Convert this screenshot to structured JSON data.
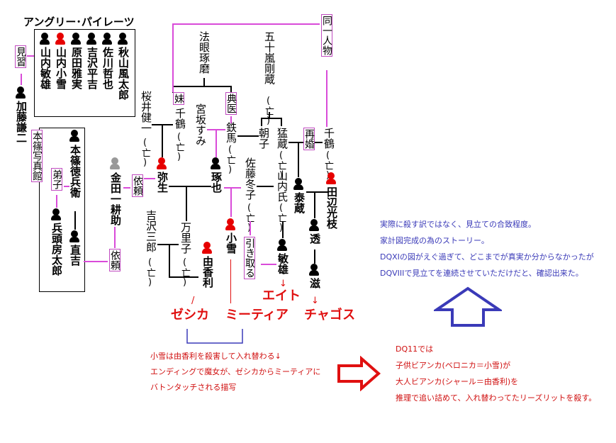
{
  "title": "アングリー･パイレーツ",
  "members": [
    "山内敏雄",
    "山内小雪",
    "原田雅実",
    "吉沢平吉",
    "佐川哲也",
    "秋山風太郎"
  ],
  "people": {
    "kato": "加藤謙二",
    "honjo": "本篠徳兵衛",
    "hyodo": "兵頭房太郎",
    "naokichi": "直吉",
    "kaneda": "金田一耕助",
    "houganma": "法眼琢磨",
    "igarashi": "五十嵐剛蔵",
    "sakurai": "桜井健一",
    "chizuru1": "千鶴",
    "miyasaka": "宮坂すみ",
    "tetsuma": "鉄馬",
    "asako": "朝子",
    "takezo": "猛蔵",
    "chizuru2": "千鶴",
    "yayoi": "弥生",
    "takuya": "琢也",
    "sato": "佐藤冬子",
    "yamauchi": "山内氏",
    "taizo": "泰蔵",
    "taguchi": "田辺光枝",
    "yoshizawa": "吉沢三郎",
    "mariko": "万里子",
    "koyuki": "小雪",
    "toshio": "敏雄",
    "toru": "透",
    "shigeru": "滋",
    "yukari": "由香利"
  },
  "deceased": "(亡)",
  "labels": {
    "mishu": "見習",
    "honjo_shop": "本篠写真館",
    "deshi": "弟子",
    "irai1": "依頼",
    "irai2": "依頼",
    "imouto": "妹",
    "teni": "典医",
    "saikon": "再婚",
    "douitsu": "同一人物",
    "hikitoru": "引き取る"
  },
  "game_names": {
    "zeshika": "ゼシカ",
    "meetia": "ミーティア",
    "eito": "エイト",
    "chagosu": "チャゴス"
  },
  "notes_blue": [
    "実際に殺す訳ではなく、見立ての合致程度。",
    "家計図完成の為のストーリー。",
    "DQXIの図がえぐ過ぎて、どこまでが真実か分からなかったが",
    "DQVIIIで見立てを連続させていただけだと、確認出来た。"
  ],
  "notes_left": [
    "小雪は由香利を殺害して入れ替わる↓",
    "エンディングで魔女が、ゼシカからミーティアに",
    "バトンタッチされる描写"
  ],
  "notes_right": [
    "DQ11では",
    "子供ビアンカ(ベロニカ＝小雪)が",
    "大人ビアンカ(シャール＝由香利)を",
    "推理で追い詰めて、入れ替わってたリーズリットを殺す。"
  ],
  "arrow_marks": {
    "down": "↓",
    "slash": "/"
  },
  "colors": {
    "line": "#000000",
    "relation": "#d94bd9",
    "red": "#e60000",
    "blue": "#3a3ab8",
    "gray": "#999999"
  }
}
